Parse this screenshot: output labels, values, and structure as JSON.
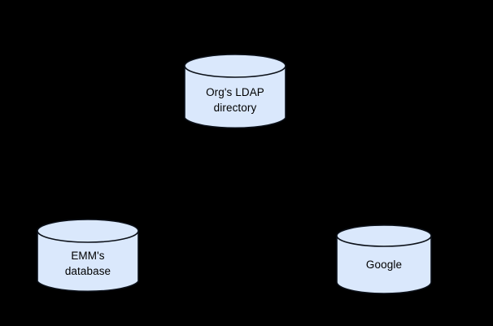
{
  "diagram": {
    "type": "database-cylinder-diagram",
    "background_color": "#000000",
    "shape_fill_color": "#dae8fc",
    "shape_stroke_color": "#0b1018",
    "label_color": "#000000",
    "connectors": [],
    "nodes": [
      {
        "id": "ldap",
        "shape": "cylinder",
        "icon": "database-cylinder-icon",
        "label": "Org's LDAP\ndirectory",
        "line1": "Org's LDAP",
        "line2": "directory"
      },
      {
        "id": "emm",
        "shape": "cylinder",
        "icon": "database-cylinder-icon",
        "label": "EMM's\ndatabase",
        "line1": "EMM's",
        "line2": "database"
      },
      {
        "id": "google",
        "shape": "cylinder",
        "icon": "database-cylinder-icon",
        "label": "Google",
        "line1": "Google",
        "line2": ""
      }
    ]
  }
}
